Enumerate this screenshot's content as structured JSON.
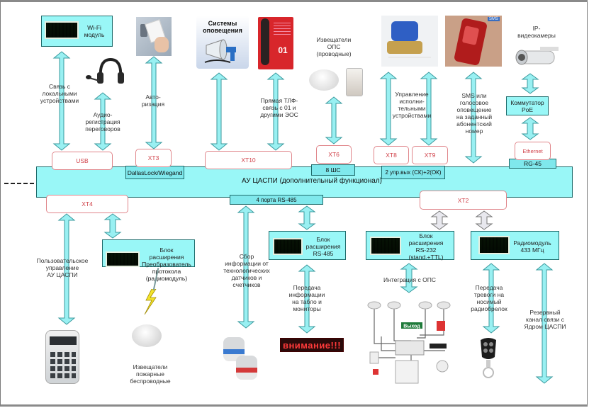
{
  "main_unit": {
    "title": "АУ ЦАСПИ (дополнительный функционал)"
  },
  "ports_top": [
    {
      "id": "usb",
      "label": "USB"
    },
    {
      "id": "xt3",
      "label": "XT3"
    },
    {
      "id": "xt10",
      "label": "XT10"
    },
    {
      "id": "xt6",
      "label": "XT6"
    },
    {
      "id": "xt8",
      "label": "XT8"
    },
    {
      "id": "xt9",
      "label": "XT9"
    },
    {
      "id": "ethernet",
      "label": "Ethernet"
    }
  ],
  "ports_bottom": [
    {
      "id": "xt4",
      "label": "XT4"
    },
    {
      "id": "xt2",
      "label": "XT2"
    }
  ],
  "interfaces": {
    "dallas": "DallasLock/Wiegand",
    "shs": "8 ШС",
    "outputs": "2 упр.вых (СК)+2(ОК)",
    "rg45": "RG-45",
    "rs485": "4 порта RS-485"
  },
  "top_devices": {
    "wifi": {
      "line1": "Wi-Fi",
      "line2": "модуль"
    },
    "alert_systems": {
      "line1": "Системы",
      "line2": "оповещения"
    },
    "phone_01": {
      "number": "01"
    },
    "ops_wired": {
      "line1": "Извещатели",
      "line2": "ОПС",
      "line3": "(проводные)"
    },
    "sms_badge": "SMS",
    "ip_cameras": {
      "line1": "IP-",
      "line2": "видеокамеры"
    },
    "poe_switch": {
      "line1": "Коммутатор",
      "line2": "PoE"
    }
  },
  "top_labels": {
    "local_devices": [
      "Связь с",
      "локальными",
      "устройствами"
    ],
    "audio": [
      "Аудио-",
      "регистрация",
      "переговоров"
    ],
    "auth": [
      "Авто-",
      "ризация"
    ],
    "direct_phone": [
      "Прямая ТЛФ-",
      "связь с 01 и",
      "другими ЭОС"
    ],
    "actuators": [
      "Управление",
      "исполни-",
      "тельными",
      "устройствами"
    ],
    "sms": [
      "SMS или",
      "голосовое",
      "оповещение",
      "на заданный",
      "абонентский",
      "номер"
    ]
  },
  "bottom_blocks": {
    "converter": [
      "Блок",
      "расширения",
      "Преобразователь",
      "протокола",
      "(радиомодуль)"
    ],
    "rs485": [
      "Блок",
      "расширения",
      "RS-485"
    ],
    "rs232": [
      "Блок",
      "расширения",
      "RS-232",
      "(stand.+TTL)"
    ],
    "radio": [
      "Радиомодуль",
      "433 МГц"
    ]
  },
  "bottom_labels": {
    "user_control": [
      "Пользовательское",
      "управление",
      "АУ ЦАСПИ"
    ],
    "wireless_fire": [
      "Извещатели",
      "пожарные",
      "беспроводные"
    ],
    "sensors": [
      "Сбор",
      "информации от",
      "технологических",
      "датчиков и",
      "счетчиков"
    ],
    "displays": [
      "Передача",
      "информации",
      "на табло и",
      "мониторы"
    ],
    "ops_integration": "Интеграция с ОПС",
    "alarm_fob": [
      "Передача",
      "тревоги на",
      "носимый",
      "радиобрелок"
    ],
    "backup_channel": [
      "Резервный",
      "канал связи с",
      "Ядром ЦАСПИ"
    ]
  },
  "led_board_text": "внимание!!!",
  "exit_sign": "Выход",
  "colors": {
    "cyan_fill": "#99f7f7",
    "cyan_border": "#1e6b6b",
    "port_border": "#e0858a",
    "port_text": "#d04048",
    "arrow_fill": "#99f0f2",
    "gray_arrow_fill": "#e8e8ee"
  }
}
